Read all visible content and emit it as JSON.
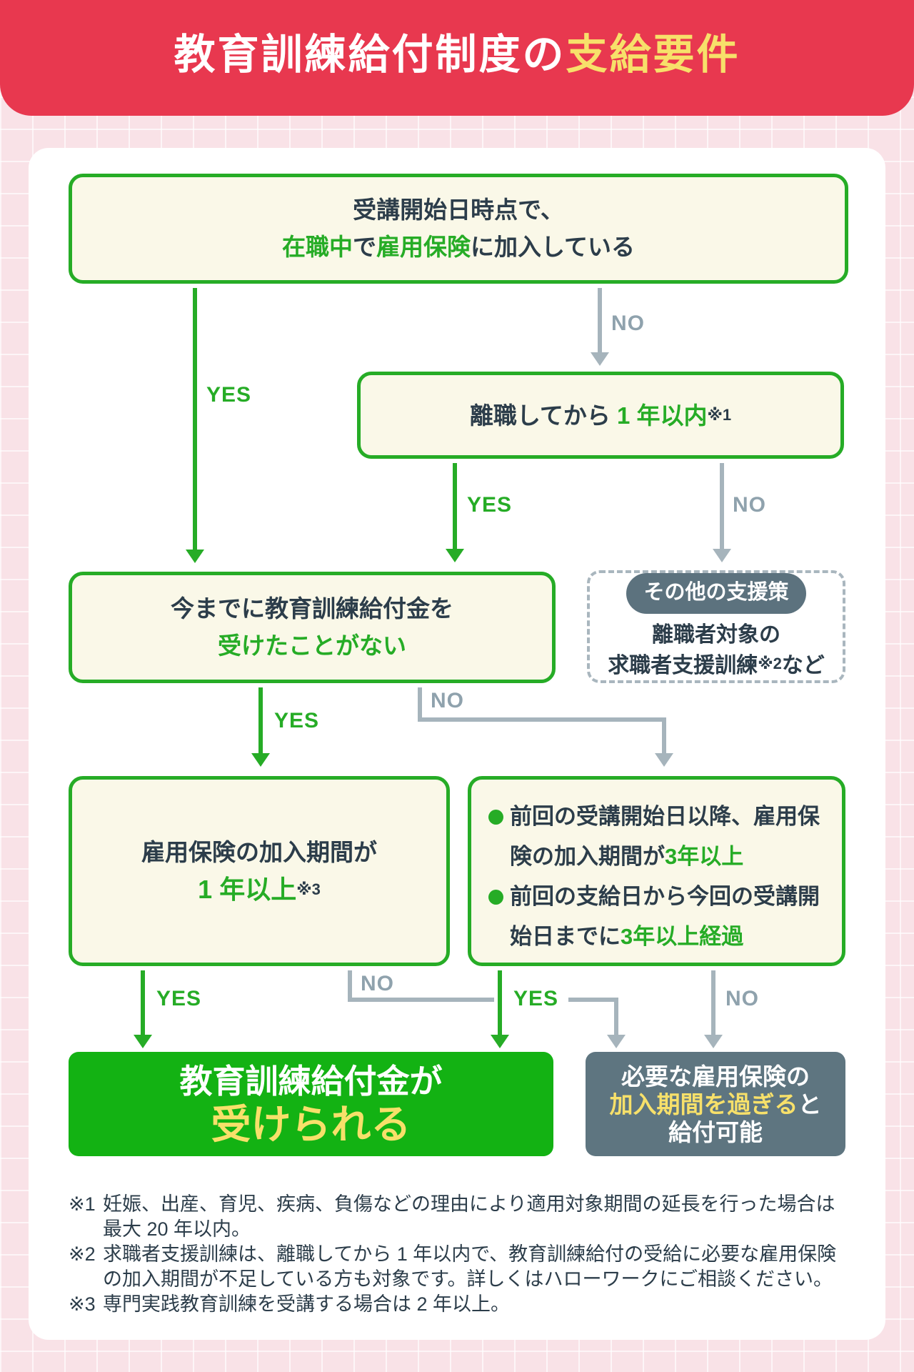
{
  "header": {
    "title_white": "教育訓練給付制度の",
    "title_yellow": "支給要件"
  },
  "colors": {
    "banner_red": "#E8384F",
    "title_yellow": "#F7E06A",
    "background_pink": "#F9E2E7",
    "card_white": "#FFFFFF",
    "box_cream": "#FAF8E8",
    "green": "#26AC26",
    "result_green": "#13B213",
    "dark_text": "#2C3D4A",
    "arrow_gray": "#A6B4BC",
    "label_gray": "#8FA2AD",
    "slate_gray": "#5E7580"
  },
  "flow": {
    "labels": {
      "yes": "YES",
      "no": "NO"
    },
    "box1": {
      "line1": "受講開始日時点で、",
      "line2_seg1": "在職中",
      "line2_seg2": "で",
      "line2_seg3": "雇用保険",
      "line2_seg4": "に加入している"
    },
    "box2": {
      "seg1": "離職してから ",
      "seg2": "1 年以内",
      "ref": "※1"
    },
    "box3": {
      "line1": "今までに教育訓練給付金を",
      "line2": "受けたことがない"
    },
    "support": {
      "badge": "その他の支援策",
      "line1": "離職者対象の",
      "line2_seg1": "求職者支援訓練",
      "line2_ref": "※2",
      "line2_seg2": "など"
    },
    "box4": {
      "line1": "雇用保険の加入期間が",
      "line2_seg1": "1 年以上",
      "ref": "※3"
    },
    "box5": {
      "item1_seg1": "前回の受講開始日以降、雇用保険の加入期間が",
      "item1_seg2": "3年以上",
      "item2_seg1": "前回の支給日から今回の受講開始日までに",
      "item2_seg2": "3年以上経過"
    },
    "result_ok": {
      "line1": "教育訓練給付金が",
      "line2": "受けられる"
    },
    "result_wait": {
      "line1": "必要な雇用保険の",
      "line2_seg1": "加入期間を過ぎる",
      "line2_seg2": "と",
      "line3": "給付可能"
    }
  },
  "footnotes": [
    {
      "marker": "※1",
      "text": "妊娠、出産、育児、疾病、負傷などの理由により適用対象期間の延長を行った場合は最大 20 年以内。"
    },
    {
      "marker": "※2",
      "text": "求職者支援訓練は、離職してから 1 年以内で、教育訓練給付の受給に必要な雇用保険の加入期間が不足している方も対象です。詳しくはハローワークにご相談ください。"
    },
    {
      "marker": "※3",
      "text": "専門実践教育訓練を受講する場合は 2 年以上。"
    }
  ]
}
